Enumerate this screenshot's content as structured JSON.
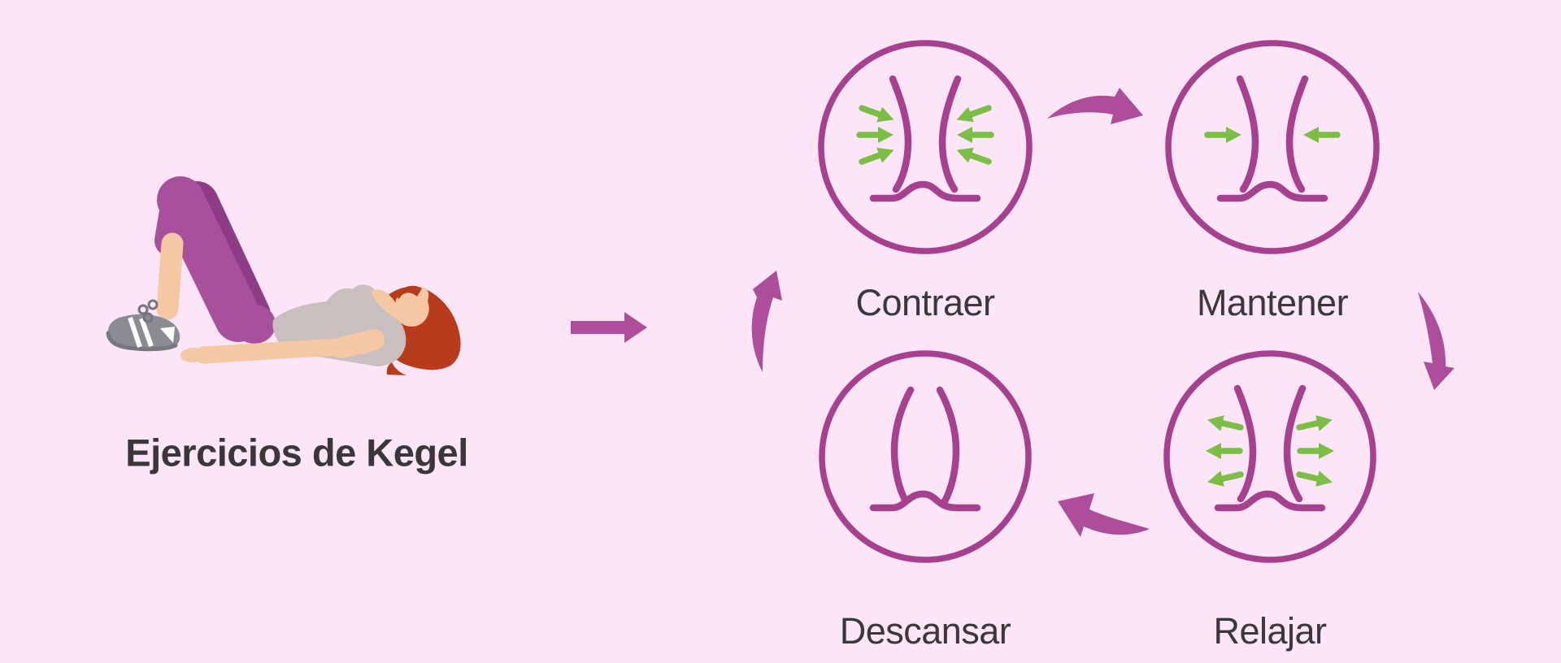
{
  "title": "Ejercicios de Kegel",
  "illustration": {
    "description": "Mujer tumbada boca arriba con las rodillas flexionadas"
  },
  "cycle": {
    "steps": [
      {
        "label": "Contraer",
        "icon": "pelvic-floor-contract-icon",
        "green_arrows": "3 inward each side"
      },
      {
        "label": "Mantener",
        "icon": "pelvic-floor-hold-icon",
        "green_arrows": "1 inward each side"
      },
      {
        "label": "Relajar",
        "icon": "pelvic-floor-relax-icon",
        "green_arrows": "3 outward each side"
      },
      {
        "label": "Descansar",
        "icon": "pelvic-floor-rest-icon",
        "green_arrows": "none"
      }
    ],
    "flow_arrows": [
      "start-arrow-right",
      "contraer-to-mantener",
      "mantener-to-relajar",
      "relajar-to-descansar",
      "descansar-to-contraer"
    ]
  },
  "colors": {
    "background": "#FBE5F7",
    "outline_magenta": "#A7408F",
    "flow_arrow": "#AE4D9A",
    "green_arrow": "#7CBD45",
    "text": "#3C373B",
    "leggings": "#A9509D",
    "leggings_shadow": "#8E3C86",
    "skin": "#F5C8A3",
    "hair": "#B83C1B",
    "shirt": "#C8BFBF",
    "shoe": "#8B8B93"
  }
}
